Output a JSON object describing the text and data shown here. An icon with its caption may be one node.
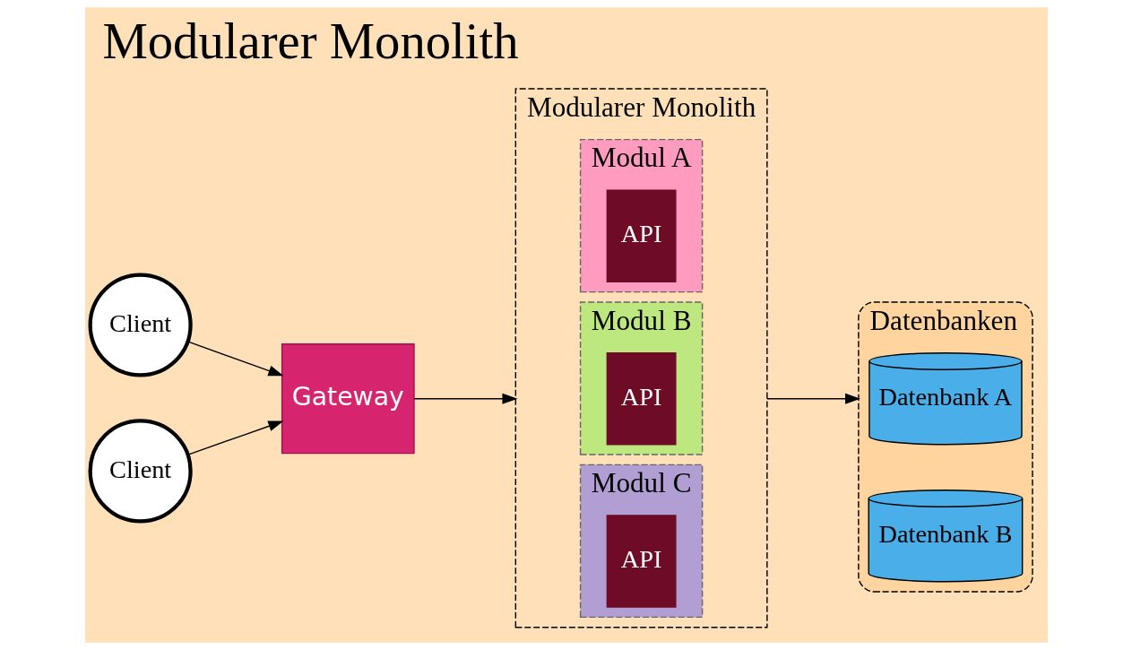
{
  "diagram": {
    "title": "Modularer Monolith",
    "nodes": [
      {
        "text": [
          "Client"
        ]
      },
      {
        "text": [
          "Client"
        ]
      },
      {
        "text": [
          "Gateway"
        ]
      },
      {
        "text": [
          "Modularer Monolith"
        ]
      },
      {
        "text": [
          "Modul A"
        ],
        "in": 3
      },
      {
        "text": [
          "API"
        ],
        "in": 4
      },
      {
        "text": [
          "Modul B"
        ],
        "in": 3
      },
      {
        "text": [
          "API"
        ],
        "in": 6
      },
      {
        "text": [
          "Modul C"
        ],
        "in": 3
      },
      {
        "text": [
          "API"
        ],
        "in": 8
      },
      {
        "text": [
          "Datenbanken"
        ]
      },
      {
        "text": [
          "Datenbank A"
        ],
        "in": 10
      },
      {
        "text": [
          "Datenbank B"
        ],
        "in": 10
      }
    ],
    "edges": [
      {
        "from": 0,
        "to": 2,
        "arrow": "to"
      },
      {
        "from": 1,
        "to": 2,
        "arrow": "to"
      },
      {
        "from": 2,
        "to": 3,
        "arrow": "to"
      },
      {
        "from": 3,
        "to": 10,
        "arrow": "to"
      }
    ]
  }
}
